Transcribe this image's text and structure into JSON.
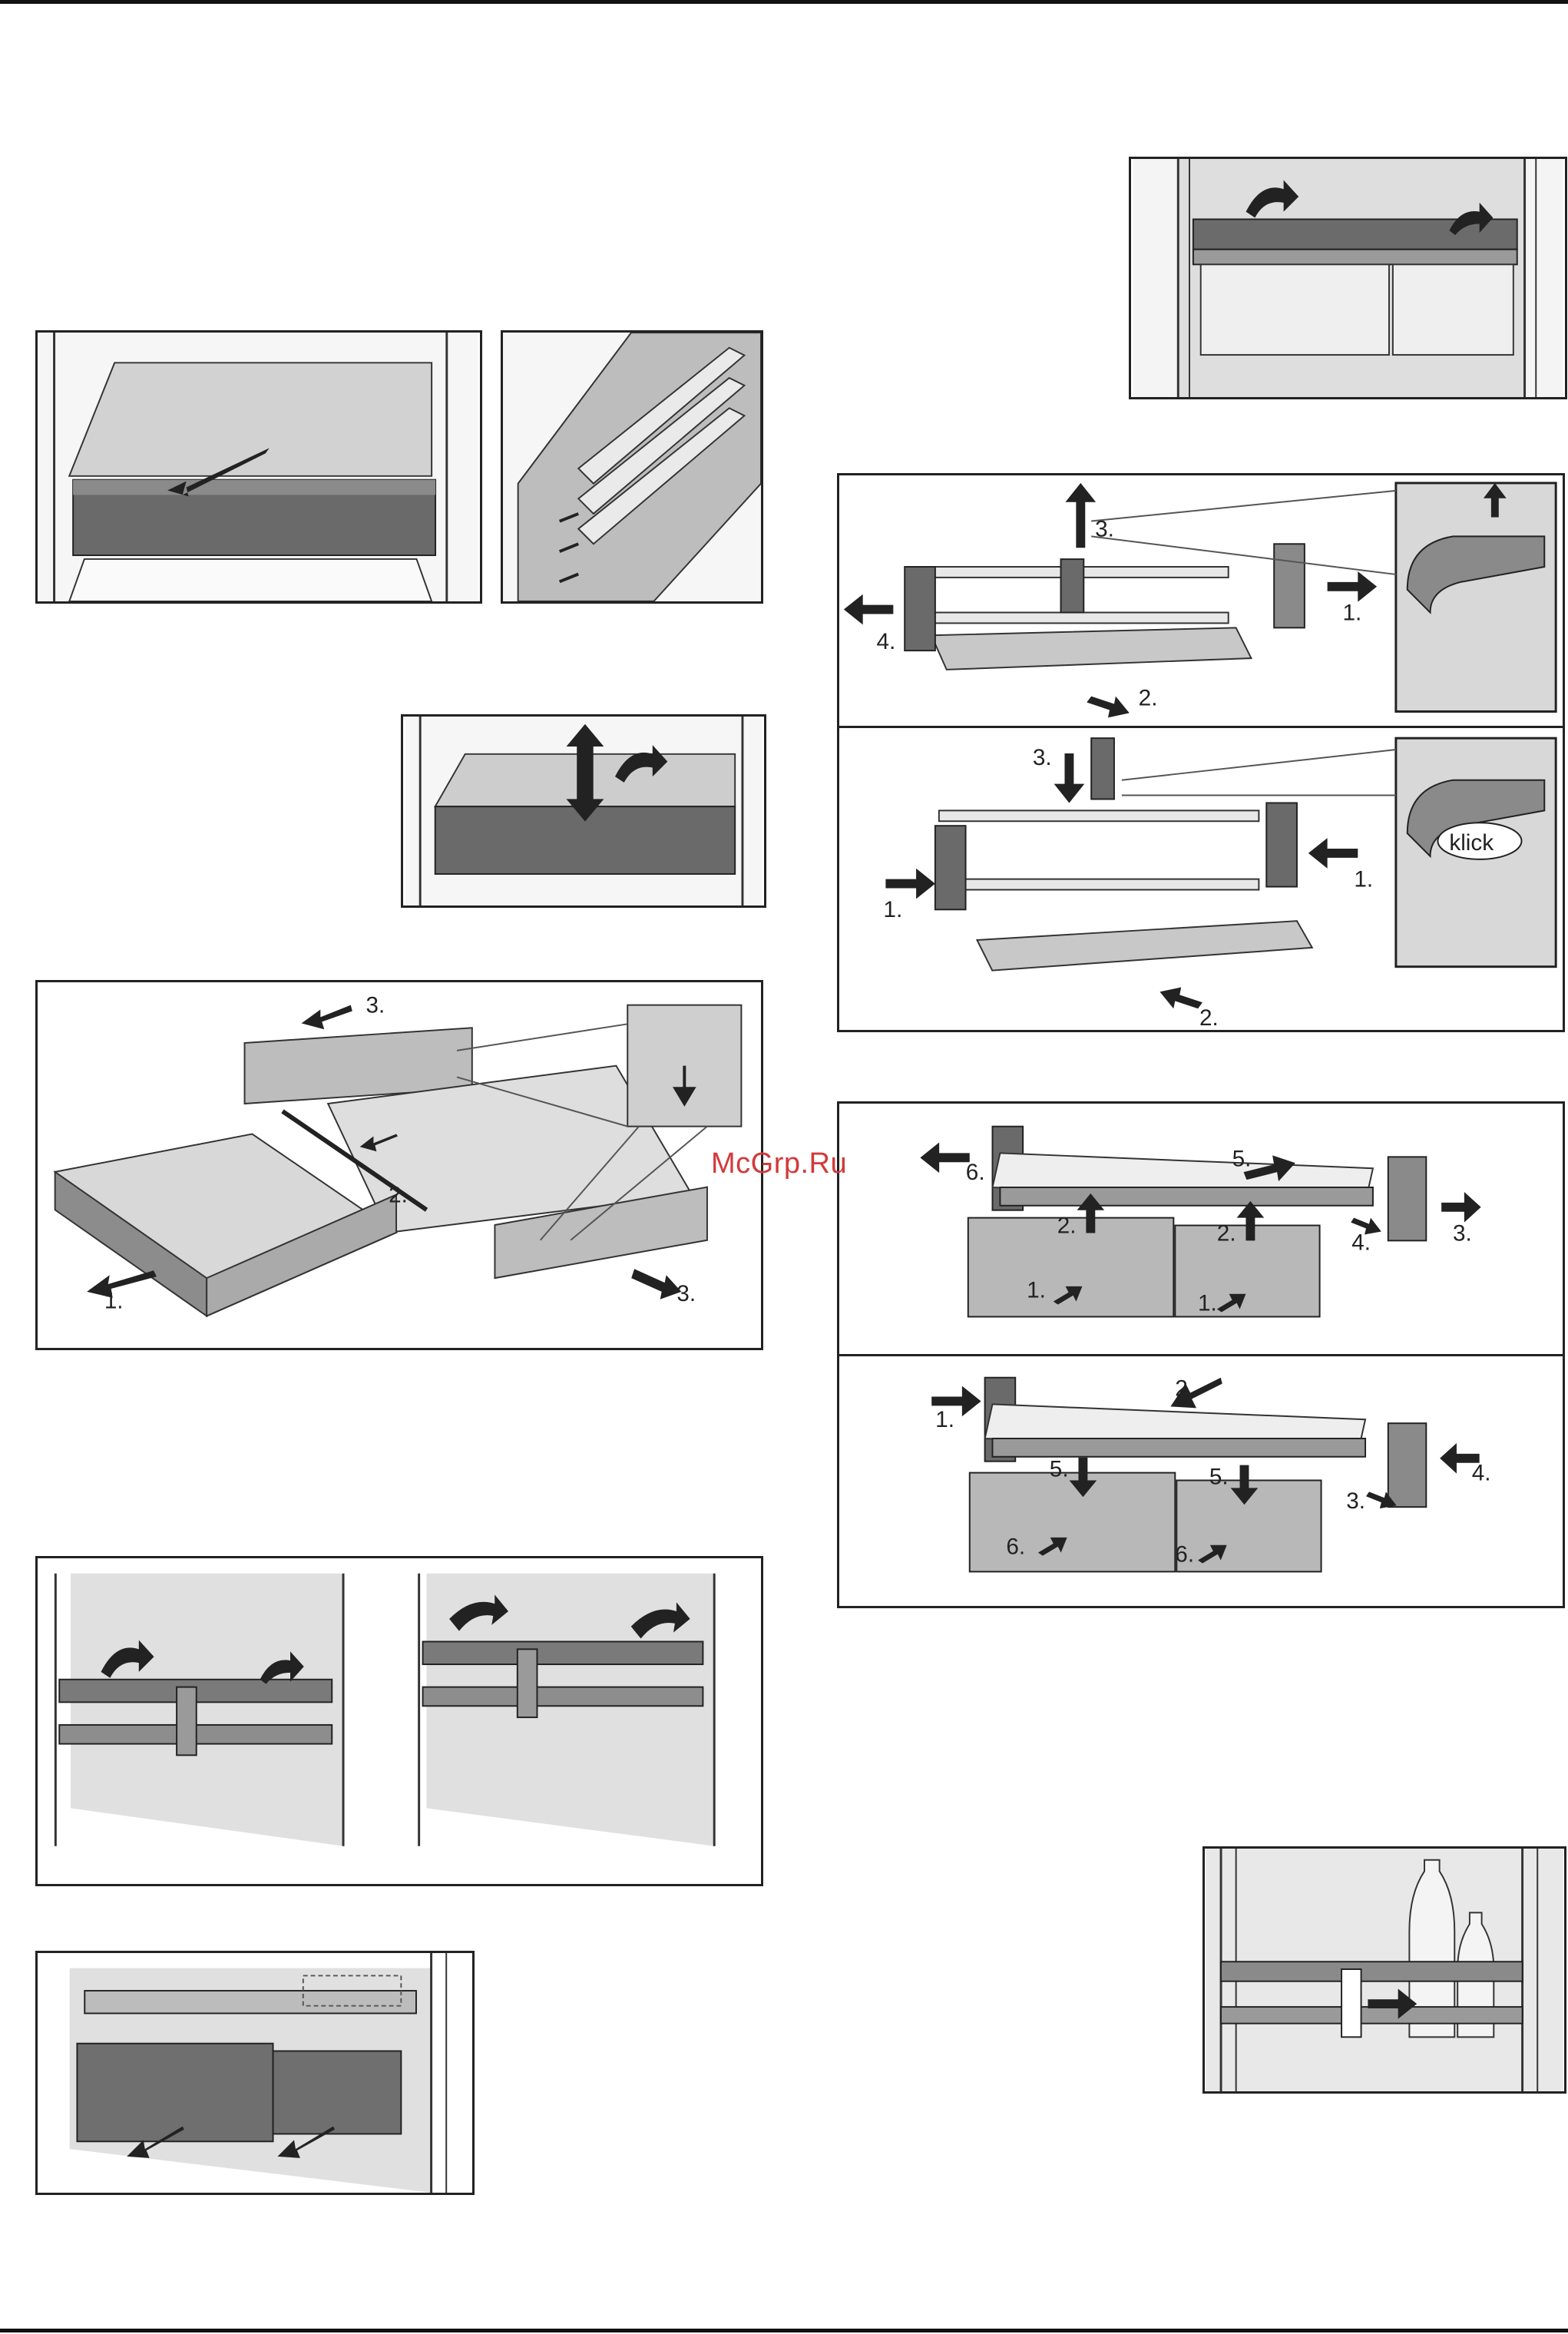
{
  "watermark": "McGrp.Ru",
  "figures": {
    "fig_drawer_remove": {
      "labels": [
        "1.",
        "2.",
        "3.",
        "3."
      ]
    },
    "fig_rail_remove": {
      "labels": [
        "3.",
        "1.",
        "4.",
        "2."
      ]
    },
    "fig_rail_install": {
      "labels": [
        "3.",
        "1.",
        "1.",
        "2."
      ],
      "callout": "klick"
    },
    "fig_multi_remove": {
      "labels": [
        "6.",
        "5.",
        "2.",
        "2.",
        "1.",
        "1.",
        "4.",
        "3."
      ]
    },
    "fig_multi_install": {
      "labels": [
        "1.",
        "2.",
        "5.",
        "5.",
        "3.",
        "4.",
        "6.",
        "6."
      ]
    }
  },
  "colors": {
    "frame": "#222222",
    "panel": "#cfcfcf",
    "dark": "#5a5a5a",
    "arrow": "#1a1a1a"
  }
}
